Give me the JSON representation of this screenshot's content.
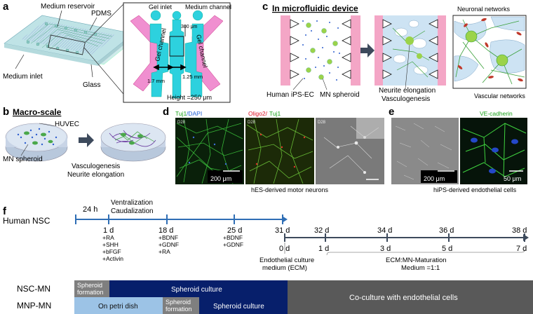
{
  "panel_letters": {
    "a": "a",
    "b": "b",
    "c": "c",
    "d": "d",
    "e": "e",
    "f": "f"
  },
  "panel_a": {
    "labels": {
      "reservoir": "Medium reservoir",
      "pdms": "PDMS",
      "inlet": "Medium inlet",
      "glass": "Glass",
      "gel_inlet": "Gel inlet",
      "medium_channel": "Medium channel",
      "gel_channel_left": "Gel channel",
      "gel_channel_right": "Gel channel",
      "dim_300": "300 μm",
      "dim_125": "1.25 mm",
      "dim_17": "1.7 mm",
      "height": "Height =250 μm"
    },
    "colors": {
      "glass": "#bfe3e6",
      "gel": "#2dd1de",
      "medium": "#f08fd0"
    }
  },
  "panel_b": {
    "title": "Macro-scale",
    "huvec": "HUVEC",
    "mn_spheroid": "MN spheroid",
    "result_line1": "Vasculogenesis",
    "result_line2": "Neurite elongation"
  },
  "panel_c": {
    "title": "In microfluidic device",
    "label_hiec": "Human iPS-EC",
    "label_mn": "MN spheroid",
    "label_neurite": "Neurite elongation",
    "label_vasc": "Vasculogenesis",
    "label_neuronal": "Neuronal networks",
    "label_vascular": "Vascular networks"
  },
  "panel_d": {
    "header_1a": "Tuj1",
    "header_1b": "/DAPI",
    "header_2a": "Oligo2/",
    "header_2b": " Tuj1",
    "day_1": "D28",
    "day_2": "D28",
    "day_3": "D28",
    "scale": "200 μm",
    "caption": "hES-derived motor neurons"
  },
  "panel_e": {
    "header": "VE-cadherin",
    "scale_1": "200 μm",
    "scale_2": "50 μm",
    "caption": "hiPS-derived endothelial cells"
  },
  "panel_f": {
    "start_label": "Human NSC",
    "step_24h": "24 h",
    "ventral_1": "Ventralization",
    "ventral_2": "Caudalization",
    "days_top": [
      "1 d",
      "18 d",
      "25 d",
      "31 d",
      "32 d",
      "34 d",
      "36 d",
      "38 d"
    ],
    "days_bottom": [
      "0 d",
      "1 d",
      "3 d",
      "5 d",
      "7 d"
    ],
    "factors_1": [
      "+RA",
      "+SHH",
      "+bFGF",
      "+Activin"
    ],
    "factors_18": [
      "+BDNF",
      "+GDNF",
      "+RA"
    ],
    "factors_25": [
      "+BDNF",
      "+GDNF"
    ],
    "ecm_1": "Endothelial culture",
    "ecm_2": "medium (ECM)",
    "maturation_1": "ECM:MN-Maturation",
    "maturation_2": "Medium =1:1",
    "row1_label": "NSC-MN",
    "row2_label": "MNP-MN",
    "spheroid_formation_1": "Spheroid",
    "spheroid_formation_2": "formation",
    "spheroid_culture": "Spheroid culture",
    "petri": "On petri dish",
    "coculture": "Co-culture with endothelial cells",
    "colors": {
      "timeline": "#2f6eb5",
      "navy": "#071f6b",
      "gray": "#7f7f7f",
      "light_blue": "#9cc3e6",
      "dark_gray": "#595959"
    }
  }
}
